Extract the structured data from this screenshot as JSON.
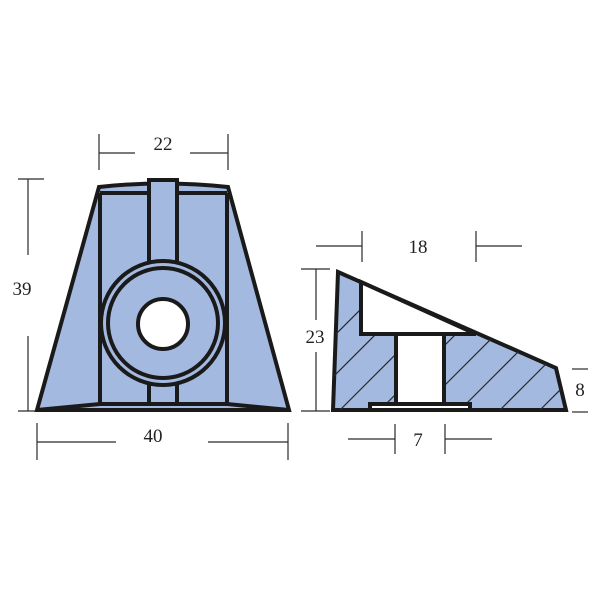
{
  "colors": {
    "fill": "#a3b9e0",
    "outline": "#1a1a1a",
    "dimension_line": "#2a2a2a",
    "background": "#ffffff"
  },
  "front_view": {
    "dimensions": {
      "top_width": "22",
      "height": "39",
      "base_width": "40"
    }
  },
  "side_view": {
    "dimensions": {
      "top_length": "18",
      "height": "23",
      "end_height": "8",
      "slot_width": "7"
    }
  }
}
